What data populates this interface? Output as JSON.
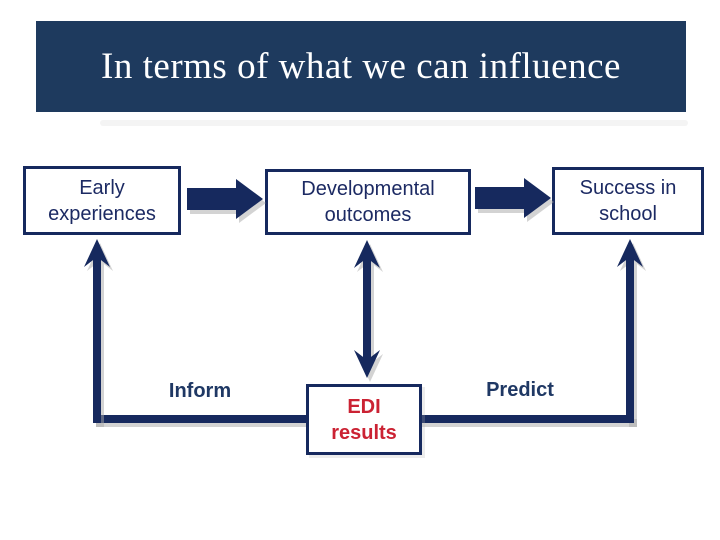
{
  "title": "In terms of what we can influence",
  "boxes": {
    "early": {
      "lines": [
        "Early",
        "experiences"
      ]
    },
    "developmental": {
      "lines": [
        "Developmental",
        "outcomes"
      ]
    },
    "success": {
      "lines": [
        "Success in",
        "school"
      ]
    },
    "edi": {
      "lines": [
        "EDI",
        "results"
      ]
    }
  },
  "labels": {
    "inform": "Inform",
    "predict": "Predict"
  },
  "colors": {
    "banner_bg": "#1E3A5E",
    "navy_structure": "#16295E",
    "navy_text": "#1C2A63",
    "label_navy": "#1F3864",
    "edi_red": "#CB2233",
    "background": "#FFFFFF"
  }
}
